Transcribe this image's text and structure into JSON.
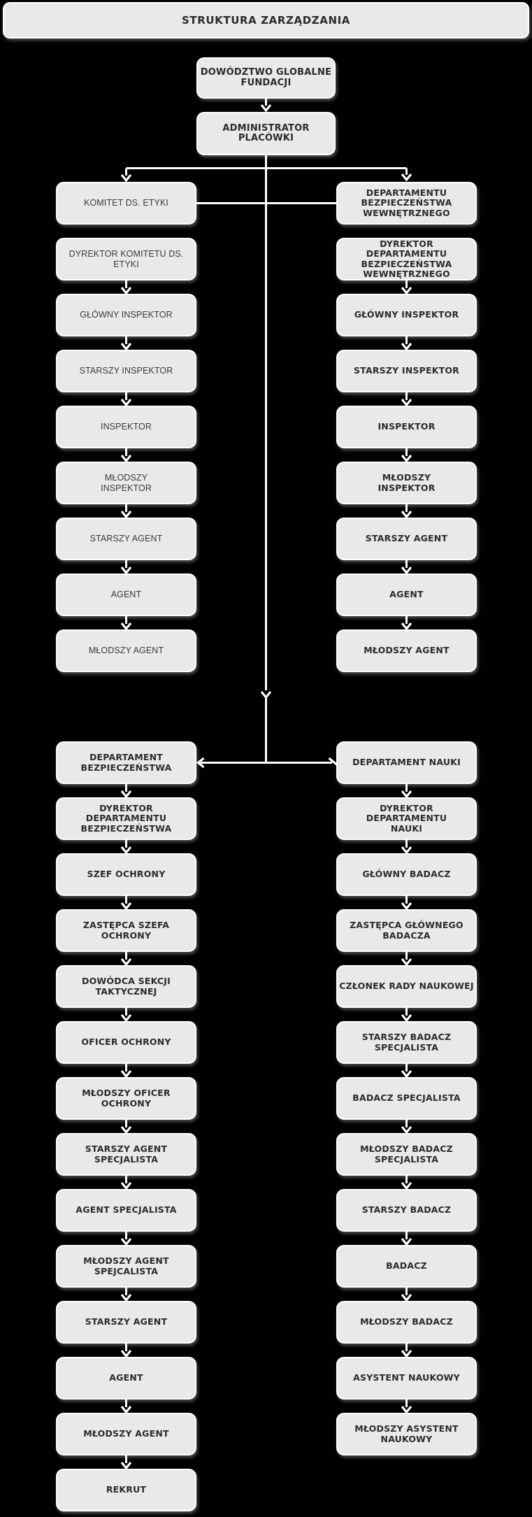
{
  "title": "STRUKTURA ZARZĄDZANIA",
  "colors": {
    "background": "#000000",
    "box_fill": "#e9e9e9",
    "box_border": "#ffffff",
    "line": "#ffffff",
    "text_bold": "#2b2b2b",
    "text_regular": "#3a3a3a"
  },
  "root_nodes": [
    {
      "label": "DOWÓDZTWO GLOBALNE\nFUNDACJI"
    },
    {
      "label": "ADMINISTRATOR PLACÓWKI"
    }
  ],
  "top_section": {
    "left_column": {
      "boxes": [
        {
          "label": "KOMITET DS. ETYKI"
        },
        {
          "label": "DYREKTOR KOMITETU DS. ETYKI"
        },
        {
          "label": "GŁÓWNY INSPEKTOR"
        },
        {
          "label": "STARSZY INSPEKTOR"
        },
        {
          "label": "INSPEKTOR"
        },
        {
          "label": "MŁODSZY\nINSPEKTOR"
        },
        {
          "label": "STARSZY AGENT"
        },
        {
          "label": "AGENT"
        },
        {
          "label": "MŁODSZY AGENT"
        }
      ]
    },
    "right_column": {
      "boxes": [
        {
          "label": "DEPARTAMENTU\nBEZPIECZEŃSTWA\nWEWNĘTRZNEGO"
        },
        {
          "label": "DYREKTOR DEPARTAMENTU\nBEZPIECZEŃSTWA\nWEWNĘTRZNEGO"
        },
        {
          "label": "GŁÓWNY INSPEKTOR"
        },
        {
          "label": "STARSZY INSPEKTOR"
        },
        {
          "label": "INSPEKTOR"
        },
        {
          "label": "MŁODSZY\nINSPEKTOR"
        },
        {
          "label": "STARSZY AGENT"
        },
        {
          "label": "AGENT"
        },
        {
          "label": "MŁODSZY AGENT"
        }
      ]
    }
  },
  "bottom_section": {
    "left_column": {
      "boxes": [
        {
          "label": "DEPARTAMENT\nBEZPIECZEŃSTWA"
        },
        {
          "label": "DYREKTOR DEPARTAMENTU\nBEZPIECZEŃSTWA"
        },
        {
          "label": "SZEF OCHRONY"
        },
        {
          "label": "ZASTĘPCA SZEFA OCHRONY"
        },
        {
          "label": "DOWÓDCA SEKCJI\nTAKTYCZNEJ"
        },
        {
          "label": "OFICER OCHRONY"
        },
        {
          "label": "MŁODSZY OFICER OCHRONY"
        },
        {
          "label": "STARSZY AGENT\nSPECJALISTA"
        },
        {
          "label": "AGENT SPECJALISTA"
        },
        {
          "label": "MŁODSZY AGENT\nSPEJCALISTA"
        },
        {
          "label": "STARSZY AGENT"
        },
        {
          "label": "AGENT"
        },
        {
          "label": "MŁODSZY AGENT"
        },
        {
          "label": "REKRUT"
        }
      ]
    },
    "right_column": {
      "boxes": [
        {
          "label": "DEPARTAMENT NAUKI"
        },
        {
          "label": "DYREKTOR DEPARTAMENTU\nNAUKI"
        },
        {
          "label": "GŁÓWNY BADACZ"
        },
        {
          "label": "ZASTĘPCA GŁÓWNEGO\nBADACZA"
        },
        {
          "label": "CZŁONEK RADY NAUKOWEJ"
        },
        {
          "label": "STARSZY BADACZ\nSPECJALISTA"
        },
        {
          "label": "BADACZ SPECJALISTA"
        },
        {
          "label": "MŁODSZY BADACZ\nSPECJALISTA"
        },
        {
          "label": "STARSZY BADACZ"
        },
        {
          "label": "BADACZ"
        },
        {
          "label": "MŁODSZY BADACZ"
        },
        {
          "label": "ASYSTENT NAUKOWY"
        },
        {
          "label": "MŁODSZY ASYSTENT\nNAUKOWY"
        }
      ]
    }
  }
}
